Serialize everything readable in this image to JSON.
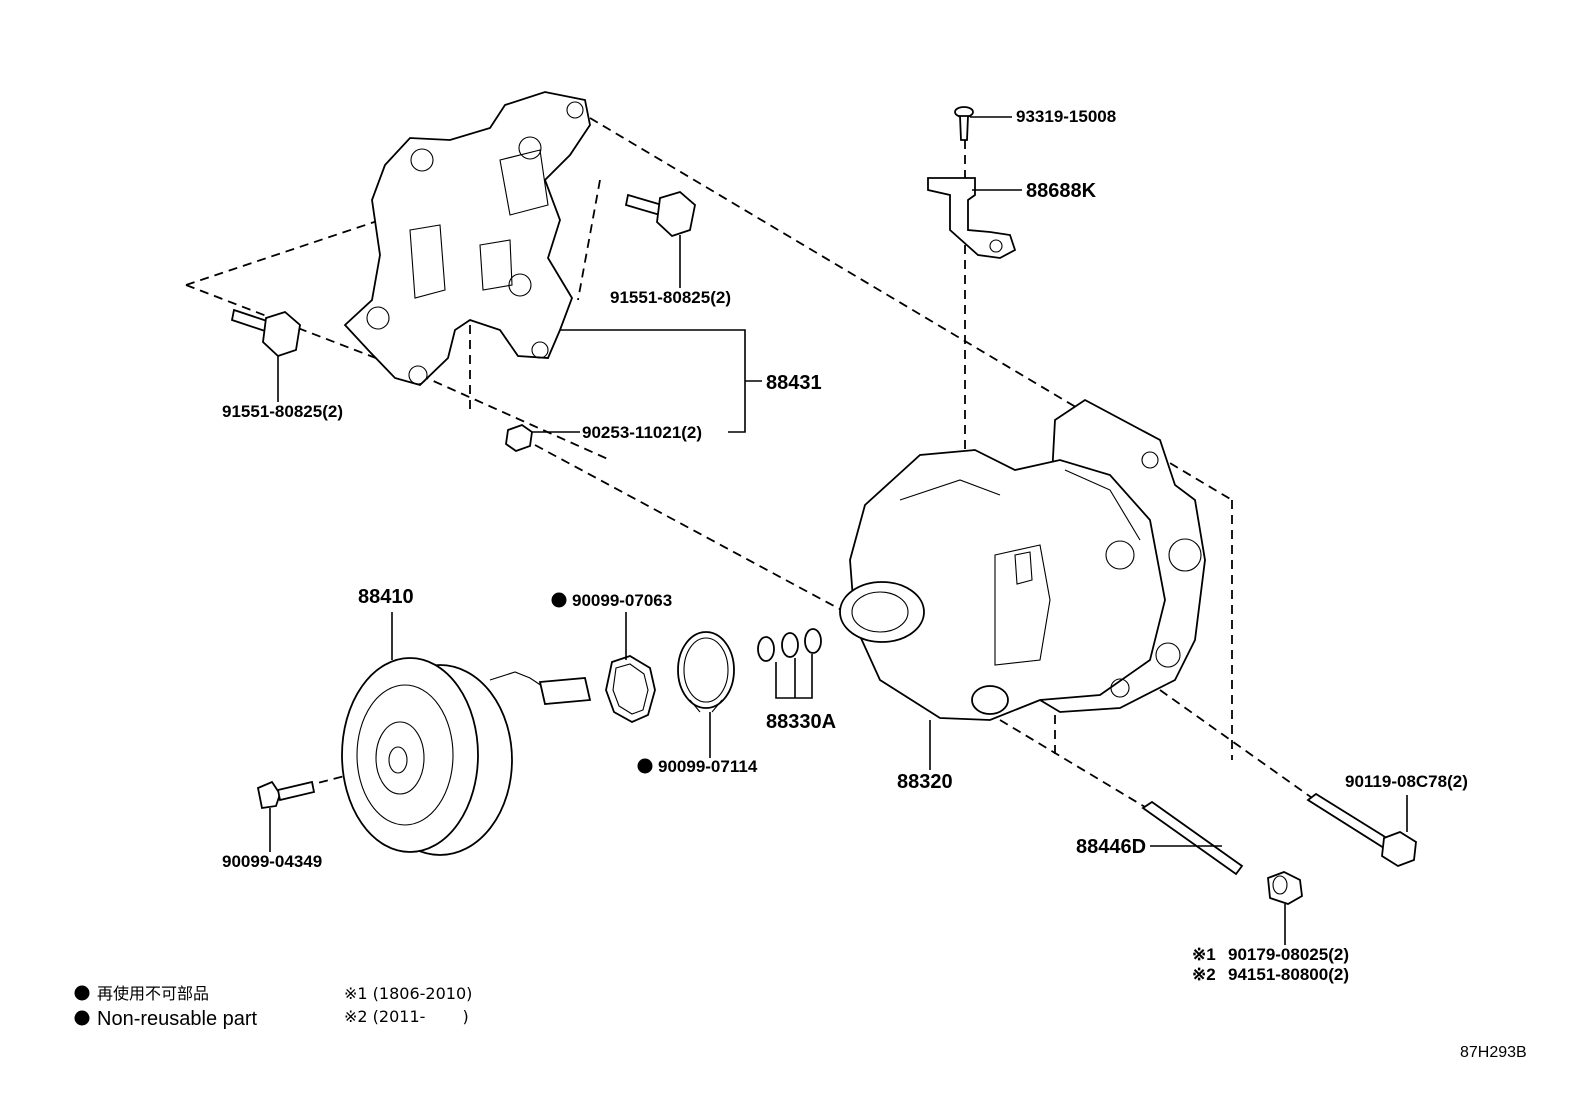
{
  "labels": {
    "bolt_93319": "93319-15008",
    "bracket_88688k": "88688K",
    "bolt_91551_upper": "91551-80825(2)",
    "bolt_91551_left": "91551-80825(2)",
    "bracket_88431": "88431",
    "collar_90253": "90253-11021(2)",
    "clutch_88410": "88410",
    "oring_90099_07063": "90099-07063",
    "ring_90099_07114": "90099-07114",
    "shims_88330a": "88330A",
    "compressor_88320": "88320",
    "bolt_90099_04349": "90099-04349",
    "stud_88446d": "88446D",
    "bolt_90119": "90119-08C78(2)",
    "nut_1_mark": "※1",
    "nut_1": "90179-08025(2)",
    "nut_2_mark": "※2",
    "nut_2": "94151-80800(2)"
  },
  "legend": {
    "nonreusable_jp": "再使用不可部品",
    "nonreusable_en": "Non-reusable part",
    "note1": "※1 (1806-2010)",
    "note2": "※2 (2011-　　 )"
  },
  "ref_code": "87H293B",
  "colors": {
    "ink": "#000000",
    "paper": "#ffffff"
  }
}
